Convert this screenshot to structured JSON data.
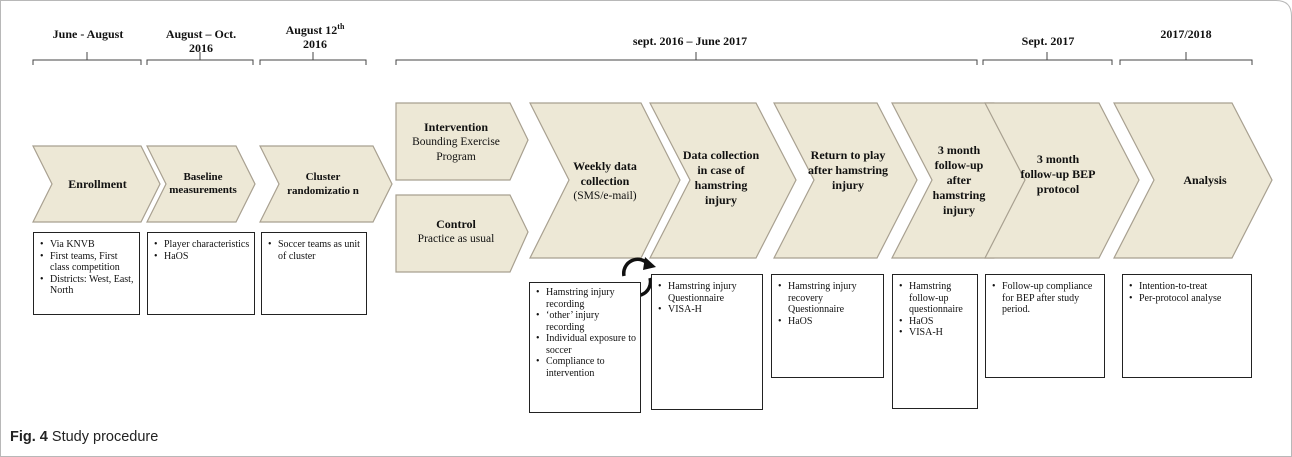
{
  "figure": {
    "caption_label": "Fig. 4",
    "caption_text": "Study procedure"
  },
  "timeline": [
    {
      "label": "June - August"
    },
    {
      "label": "August – Oct.",
      "label2": "2016"
    },
    {
      "label": "August 12",
      "sup": "th",
      "label2": "2016"
    },
    {
      "label": "sept. 2016 – June 2017"
    },
    {
      "label": "Sept. 2017"
    },
    {
      "label": "2017/2018"
    }
  ],
  "steps": [
    {
      "title": "Enrollment",
      "sub": ""
    },
    {
      "title": "Baseline measurements",
      "sub": ""
    },
    {
      "title": "Cluster randomizatio n",
      "sub": ""
    },
    {
      "title": "Intervention",
      "sub": "Bounding Exercise Program"
    },
    {
      "title": "Control",
      "sub": "Practice as usual"
    },
    {
      "title": "Weekly data collection",
      "sub": "(SMS/e-mail)"
    },
    {
      "title": "Data collection in case of hamstring injury",
      "sub": ""
    },
    {
      "title": "Return to play after hamstring injury",
      "sub": ""
    },
    {
      "title": "3 month follow-up after hamstring injury",
      "sub": ""
    },
    {
      "title": "3 month follow-up BEP protocol",
      "sub": ""
    },
    {
      "title": "Analysis",
      "sub": ""
    }
  ],
  "boxes": [
    {
      "items": [
        "Via KNVB",
        "First teams, First class competition",
        "Districts: West, East, North"
      ]
    },
    {
      "items": [
        "Player characteristics",
        "HaOS"
      ]
    },
    {
      "items": [
        "Soccer teams as unit of cluster"
      ]
    },
    {
      "items": [
        "Hamstring injury recording",
        "‘other’ injury recording",
        "Individual exposure to soccer",
        "Compliance to intervention"
      ]
    },
    {
      "items": [
        "Hamstring injury Questionnaire",
        "VISA-H"
      ]
    },
    {
      "items": [
        "Hamstring injury recovery Questionnaire",
        "HaOS"
      ]
    },
    {
      "items": [
        "Hamstring follow-up questionnaire",
        "HaOS",
        "VISA-H"
      ]
    },
    {
      "items": [
        "Follow-up compliance for BEP after study period."
      ]
    },
    {
      "items": [
        "Intention-to-treat",
        "Per-protocol analyse"
      ]
    }
  ],
  "colors": {
    "arrow_fill": "#ede8d6",
    "arrow_stroke": "#a8a090",
    "frame": "#b8b8b8"
  }
}
